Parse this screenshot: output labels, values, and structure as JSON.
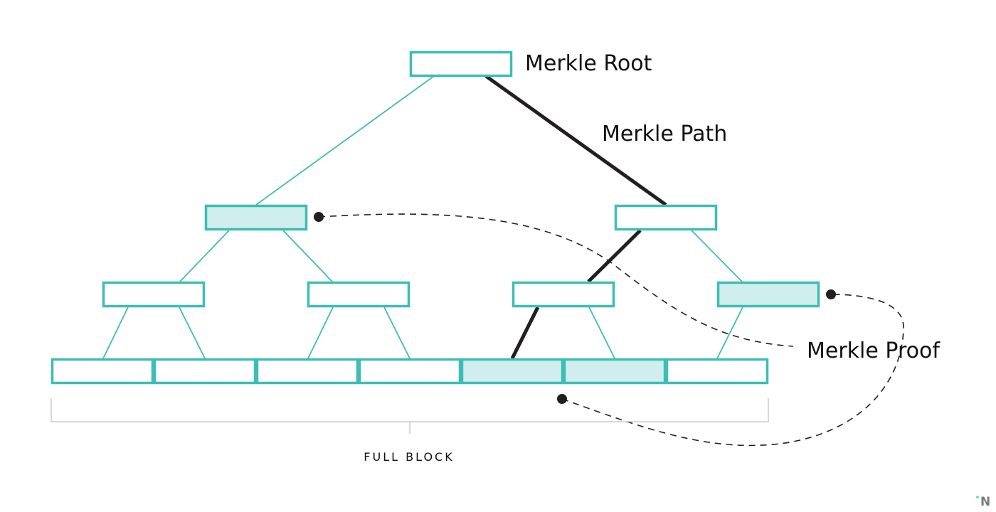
{
  "labels": {
    "root": "Merkle Root",
    "path": "Merkle Path",
    "proof": "Merkle Proof",
    "block": "FULL BLOCK",
    "logo": "N"
  },
  "colors": {
    "node_stroke": "#3dbdb5",
    "highlight_fill": "#cfeeec",
    "path": "#231f20",
    "bracket": "#cccccc",
    "logo": "#7a7a7a",
    "logo_dot": "#6fd6d0"
  }
}
